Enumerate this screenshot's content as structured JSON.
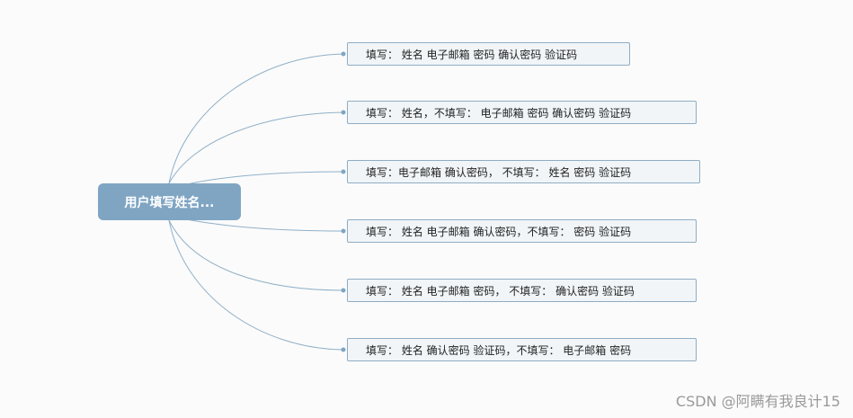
{
  "root": {
    "label": "用户填写姓名..."
  },
  "branches": [
    {
      "label": "填写： 姓名 电子邮箱 密码 确认密码 验证码"
    },
    {
      "label": "填写： 姓名，不填写： 电子邮箱 密码 确认密码 验证码"
    },
    {
      "label": "填写：电子邮箱 确认密码， 不填写： 姓名 密码 验证码"
    },
    {
      "label": "填写： 姓名 电子邮箱 确认密码，不填写： 密码 验证码"
    },
    {
      "label": "填写： 姓名 电子邮箱 密码， 不填写： 确认密码 验证码"
    },
    {
      "label": "填写： 姓名  确认密码 验证码，不填写： 电子邮箱 密码"
    }
  ],
  "watermark": "CSDN @阿瞒有我良计15",
  "colors": {
    "root_fill": "#7fa5c3",
    "branch_border": "#8fadc4",
    "branch_fill": "#f1f5f8",
    "connector": "#8fb0c8"
  }
}
